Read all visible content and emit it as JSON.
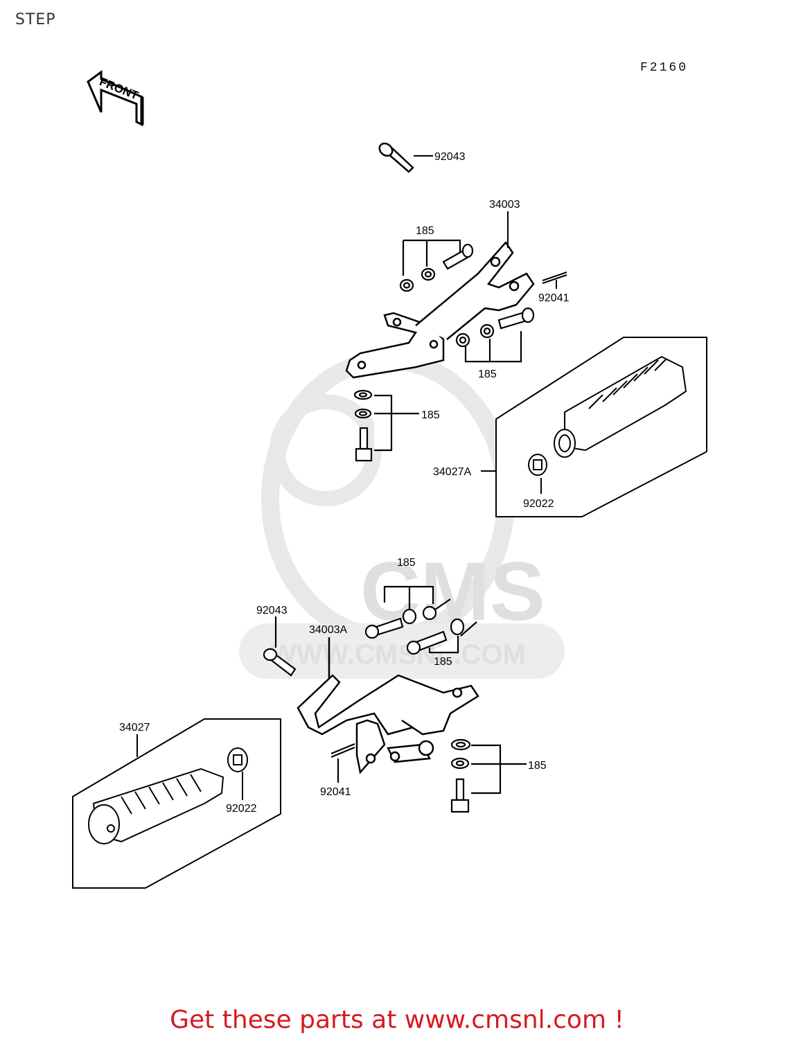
{
  "header": {
    "title": "STEP",
    "figure_code": "F2160"
  },
  "front_arrow": {
    "label": "FRONT"
  },
  "watermark": {
    "brand": "CMS",
    "url": "WWW.CMSNL.COM"
  },
  "callouts": {
    "pin_upper": "92043",
    "bracket_right": "34003",
    "bolt_set_upper_a": "185",
    "split_pin_upper": "92041",
    "bolt_set_upper_b": "185",
    "bolt_set_mid": "185",
    "footpeg_right": "34027A",
    "washer_right": "92022",
    "bolt_set_lower_a": "185",
    "pin_lower": "92043",
    "bracket_left": "34003A",
    "bolt_set_lower_b": "185",
    "footpeg_left": "34027",
    "split_pin_lower": "92041",
    "washer_left": "92022",
    "bolt_set_lower_c": "185"
  },
  "footer": {
    "link_text": "Get these parts at www.cmsnl.com !"
  }
}
